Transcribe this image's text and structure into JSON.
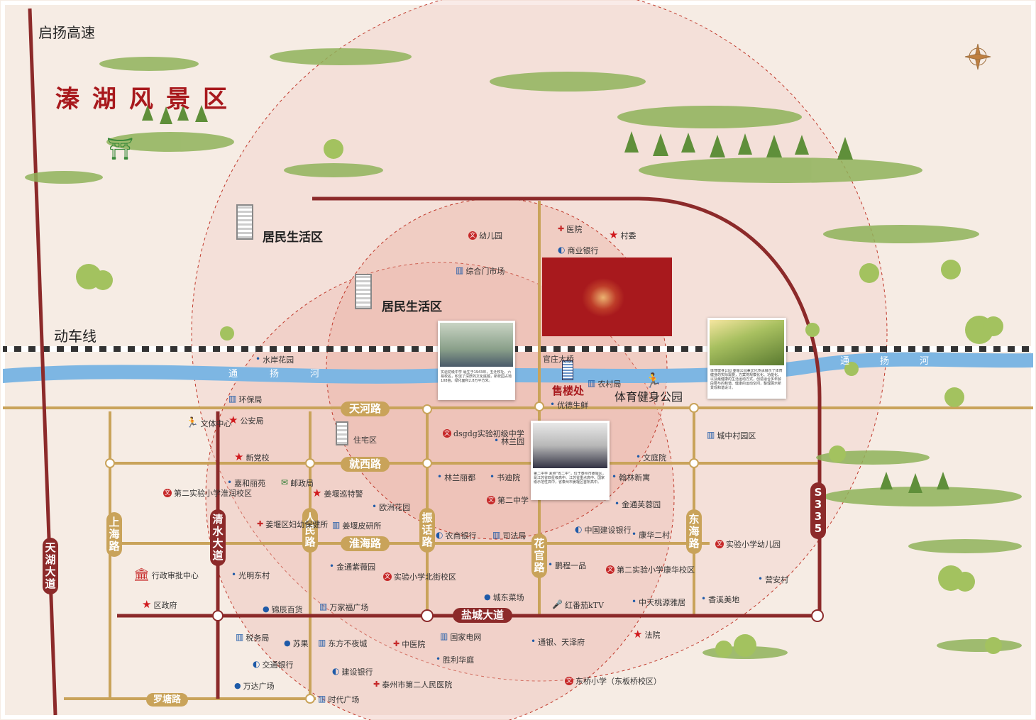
{
  "title": "溱湖风景区",
  "colors": {
    "road_red": "#8c2a2a",
    "road_gold": "#c9a35a",
    "river": "#7db6e3",
    "circle_fill": "#f0c8c0",
    "site": "#a8191d",
    "bg": "#f6ece4"
  },
  "transport": {
    "expressway": "启扬高速",
    "rail": "动车线",
    "river_left": [
      "通",
      "扬",
      "河"
    ],
    "river_right": [
      "通",
      "扬",
      "河"
    ]
  },
  "areas": {
    "residential_1": "居民生活区",
    "residential_2": "居民生活区",
    "residential_3": "住宅区"
  },
  "roads": {
    "tianhe": "天河路",
    "jiuxi": "就西路",
    "huaihai": "淮海路",
    "yancheng": "盐城大道",
    "luotang": "罗塘路",
    "shanghai": [
      "上",
      "海",
      "路"
    ],
    "qingshui": [
      "清",
      "水",
      "大",
      "道"
    ],
    "renmin": [
      "人",
      "民",
      "路"
    ],
    "zhenhua": [
      "振",
      "话",
      "路"
    ],
    "huaguan": [
      "花",
      "官",
      "路"
    ],
    "donghai": [
      "东",
      "海",
      "路"
    ],
    "tianhu": [
      "天",
      "湖",
      "大",
      "道"
    ],
    "s335": [
      "S",
      "3",
      "3",
      "5"
    ]
  },
  "sales_office": "售楼处",
  "park": "体育健身公园",
  "photos": {
    "school": {
      "caption": "实验初级中学 诞生于1943年，五迁校址，六易校名，积淀了深厚的文化底蕴，新校园占地108亩，绿化面积2.8万平方米。"
    },
    "second_school": {
      "caption": "第二中学 素称“省二中”，位于泰州市姜堰区，是江苏省四星级高中、江苏省重点高中、国家级示范性高中，省泰州市姜堰区首所高中。"
    },
    "park": {
      "caption": "体育健身公园 姜堰公园兼文化传承展示了体育健身的实际需要，方案将规模化化、功能化、以及最健康的生活运动方式，创造适合多年龄段要与的和谐、健康的运动空间，整理展示新景观和谐设计。"
    }
  },
  "pois": [
    {
      "label": "幼儿园",
      "icon": "culture"
    },
    {
      "label": "医院",
      "icon": "hospital"
    },
    {
      "label": "村委",
      "icon": "star"
    },
    {
      "label": "商业银行",
      "icon": "bank"
    },
    {
      "label": "综合门市场",
      "icon": "building"
    },
    {
      "label": "官庄大桥",
      "icon": ""
    },
    {
      "label": "农村局",
      "icon": "building"
    },
    {
      "label": "优德生鲜",
      "icon": "dot"
    },
    {
      "label": "水岸花园",
      "icon": "dot"
    },
    {
      "label": "环保局",
      "icon": "building"
    },
    {
      "label": "公安局",
      "icon": "star"
    },
    {
      "label": "文体中心",
      "icon": "sport"
    },
    {
      "label": "新党校",
      "icon": "star"
    },
    {
      "label": "dsgdg实验初级中学",
      "icon": "culture"
    },
    {
      "label": "林兰园",
      "icon": "dot"
    },
    {
      "label": "城中村园区",
      "icon": "building"
    },
    {
      "label": "文庭院",
      "icon": "dot"
    },
    {
      "label": "翰林新寓",
      "icon": "dot"
    },
    {
      "label": "金通芙蓉园",
      "icon": "dot"
    },
    {
      "label": "康华二村",
      "icon": "dot"
    },
    {
      "label": "中国建设银行",
      "icon": "bank"
    },
    {
      "label": "林兰丽都",
      "icon": "dot"
    },
    {
      "label": "书迪院",
      "icon": "dot"
    },
    {
      "label": "第二中学",
      "icon": "culture"
    },
    {
      "label": "嘉和丽苑",
      "icon": "dot"
    },
    {
      "label": "邮政局",
      "icon": "post"
    },
    {
      "label": "第二实验小学淮润校区",
      "icon": "culture"
    },
    {
      "label": "姜堰巡特警",
      "icon": "star"
    },
    {
      "label": "欧洲花园",
      "icon": "dot"
    },
    {
      "label": "姜堰区妇幼保健所",
      "icon": "hospital"
    },
    {
      "label": "姜堰皮研所",
      "icon": "building"
    },
    {
      "label": "农商银行",
      "icon": "bank"
    },
    {
      "label": "司法局",
      "icon": "building"
    },
    {
      "label": "实验小学幼儿园",
      "icon": "culture"
    },
    {
      "label": "行政审批中心",
      "icon": "gov"
    },
    {
      "label": "光明东村",
      "icon": "dot"
    },
    {
      "label": "金通紫薇园",
      "icon": "dot"
    },
    {
      "label": "实验小学北街校区",
      "icon": "culture"
    },
    {
      "label": "鹏程一品",
      "icon": "dot"
    },
    {
      "label": "第二实验小学康华校区",
      "icon": "culture"
    },
    {
      "label": "营安村",
      "icon": "dot"
    },
    {
      "label": "区政府",
      "icon": "star"
    },
    {
      "label": "锦辰百货",
      "icon": "shop"
    },
    {
      "label": "万家福广场",
      "icon": "building"
    },
    {
      "label": "城东菜场",
      "icon": "shop"
    },
    {
      "label": "红番茄kTV",
      "icon": "ktv"
    },
    {
      "label": "中天桃源雅居",
      "icon": "dot"
    },
    {
      "label": "香溪美地",
      "icon": "dot"
    },
    {
      "label": "税务局",
      "icon": "building"
    },
    {
      "label": "苏果",
      "icon": "shop"
    },
    {
      "label": "东方不夜城",
      "icon": "building"
    },
    {
      "label": "中医院",
      "icon": "hospital"
    },
    {
      "label": "国家电网",
      "icon": "building"
    },
    {
      "label": "通银、天泽府",
      "icon": "dot"
    },
    {
      "label": "法院",
      "icon": "star"
    },
    {
      "label": "交通银行",
      "icon": "bank"
    },
    {
      "label": "建设银行",
      "icon": "bank"
    },
    {
      "label": "胜利华庭",
      "icon": "dot"
    },
    {
      "label": "万达广场",
      "icon": "shop"
    },
    {
      "label": "时代广场",
      "icon": "building"
    },
    {
      "label": "泰州市第二人民医院",
      "icon": "hospital"
    },
    {
      "label": "东桥小学（东板桥校区）",
      "icon": "culture"
    }
  ]
}
